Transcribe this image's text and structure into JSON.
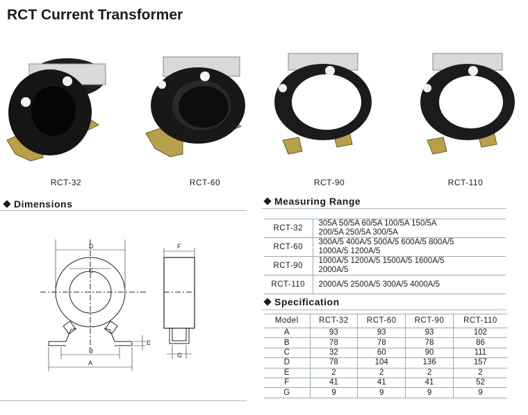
{
  "page": {
    "title": "RCT Current Transformer"
  },
  "products": [
    {
      "label": "RCT-32"
    },
    {
      "label": "RCT-60"
    },
    {
      "label": "RCT-90"
    },
    {
      "label": "RCT-110"
    }
  ],
  "dimensions": {
    "heading": "Dimensions",
    "letters": {
      "D": "D",
      "C": "C",
      "B": "B",
      "A": "A",
      "E": "E",
      "F": "F",
      "G": "G"
    }
  },
  "measuring_range": {
    "heading": "Measuring Range",
    "rows": [
      {
        "model": "RCT-32",
        "line1": "305A 50/5A 60/5A 100/5A 150/5A",
        "line2": "200/5A 250/5A 300/5A"
      },
      {
        "model": "RCT-60",
        "line1": "300A/5 400A/5 500A/5 600A/5 800A/5",
        "line2": "1000A/5 1200A/5"
      },
      {
        "model": "RCT-90",
        "line1": "1000A/5 1200A/5 1500A/5 1600A/5",
        "line2": "2000A/5"
      },
      {
        "model": "RCT-110",
        "line1": "2000A/5 2500A/5 300A/5 4000A/5",
        "line2": ""
      }
    ]
  },
  "specification": {
    "heading": "Specification",
    "header": [
      "Model",
      "RCT-32",
      "RCT-60",
      "RCT-90",
      "RCT-110"
    ],
    "rows": [
      [
        "A",
        "93",
        "93",
        "93",
        "102"
      ],
      [
        "B",
        "78",
        "78",
        "78",
        "86"
      ],
      [
        "C",
        "32",
        "60",
        "90",
        "111"
      ],
      [
        "D",
        "78",
        "104",
        "136",
        "157"
      ],
      [
        "E",
        "2",
        "2",
        "2",
        "2"
      ],
      [
        "F",
        "41",
        "41",
        "41",
        "52"
      ],
      [
        "G",
        "9",
        "9",
        "9",
        "9"
      ]
    ]
  }
}
